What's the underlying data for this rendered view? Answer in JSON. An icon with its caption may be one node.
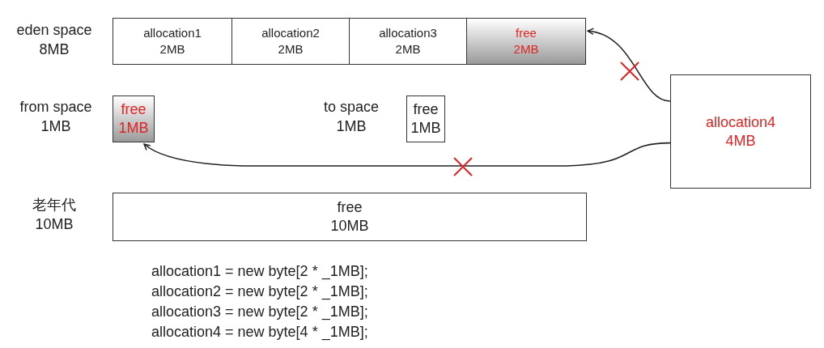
{
  "diagram": {
    "nodes": [
      {
        "text": [
          "allocation1",
          "2MB"
        ]
      },
      {
        "text": [
          "allocation2",
          "2MB"
        ]
      },
      {
        "text": [
          "allocation3",
          "2MB"
        ]
      },
      {
        "text": [
          "free",
          "2MB"
        ]
      },
      {
        "text": [
          "free",
          "1MB"
        ]
      },
      {
        "text": [
          "free",
          "1MB"
        ]
      },
      {
        "text": [
          "allocation4",
          "4MB"
        ]
      },
      {
        "text": [
          "free",
          "10MB"
        ]
      }
    ],
    "edges": [
      {
        "from": 6,
        "to": 3,
        "arrow": "to"
      },
      {
        "from": 6,
        "to": 4,
        "arrow": "to"
      }
    ],
    "labels": [
      "eden space 8MB",
      "from space 1MB",
      "to space 1MB",
      "老年代 10MB",
      "allocation1 = new byte[2 * _1MB];",
      "allocation2 = new byte[2 * _1MB];",
      "allocation3 = new byte[2 * _1MB];",
      "allocation4 = new byte[4 * _1MB];"
    ]
  }
}
